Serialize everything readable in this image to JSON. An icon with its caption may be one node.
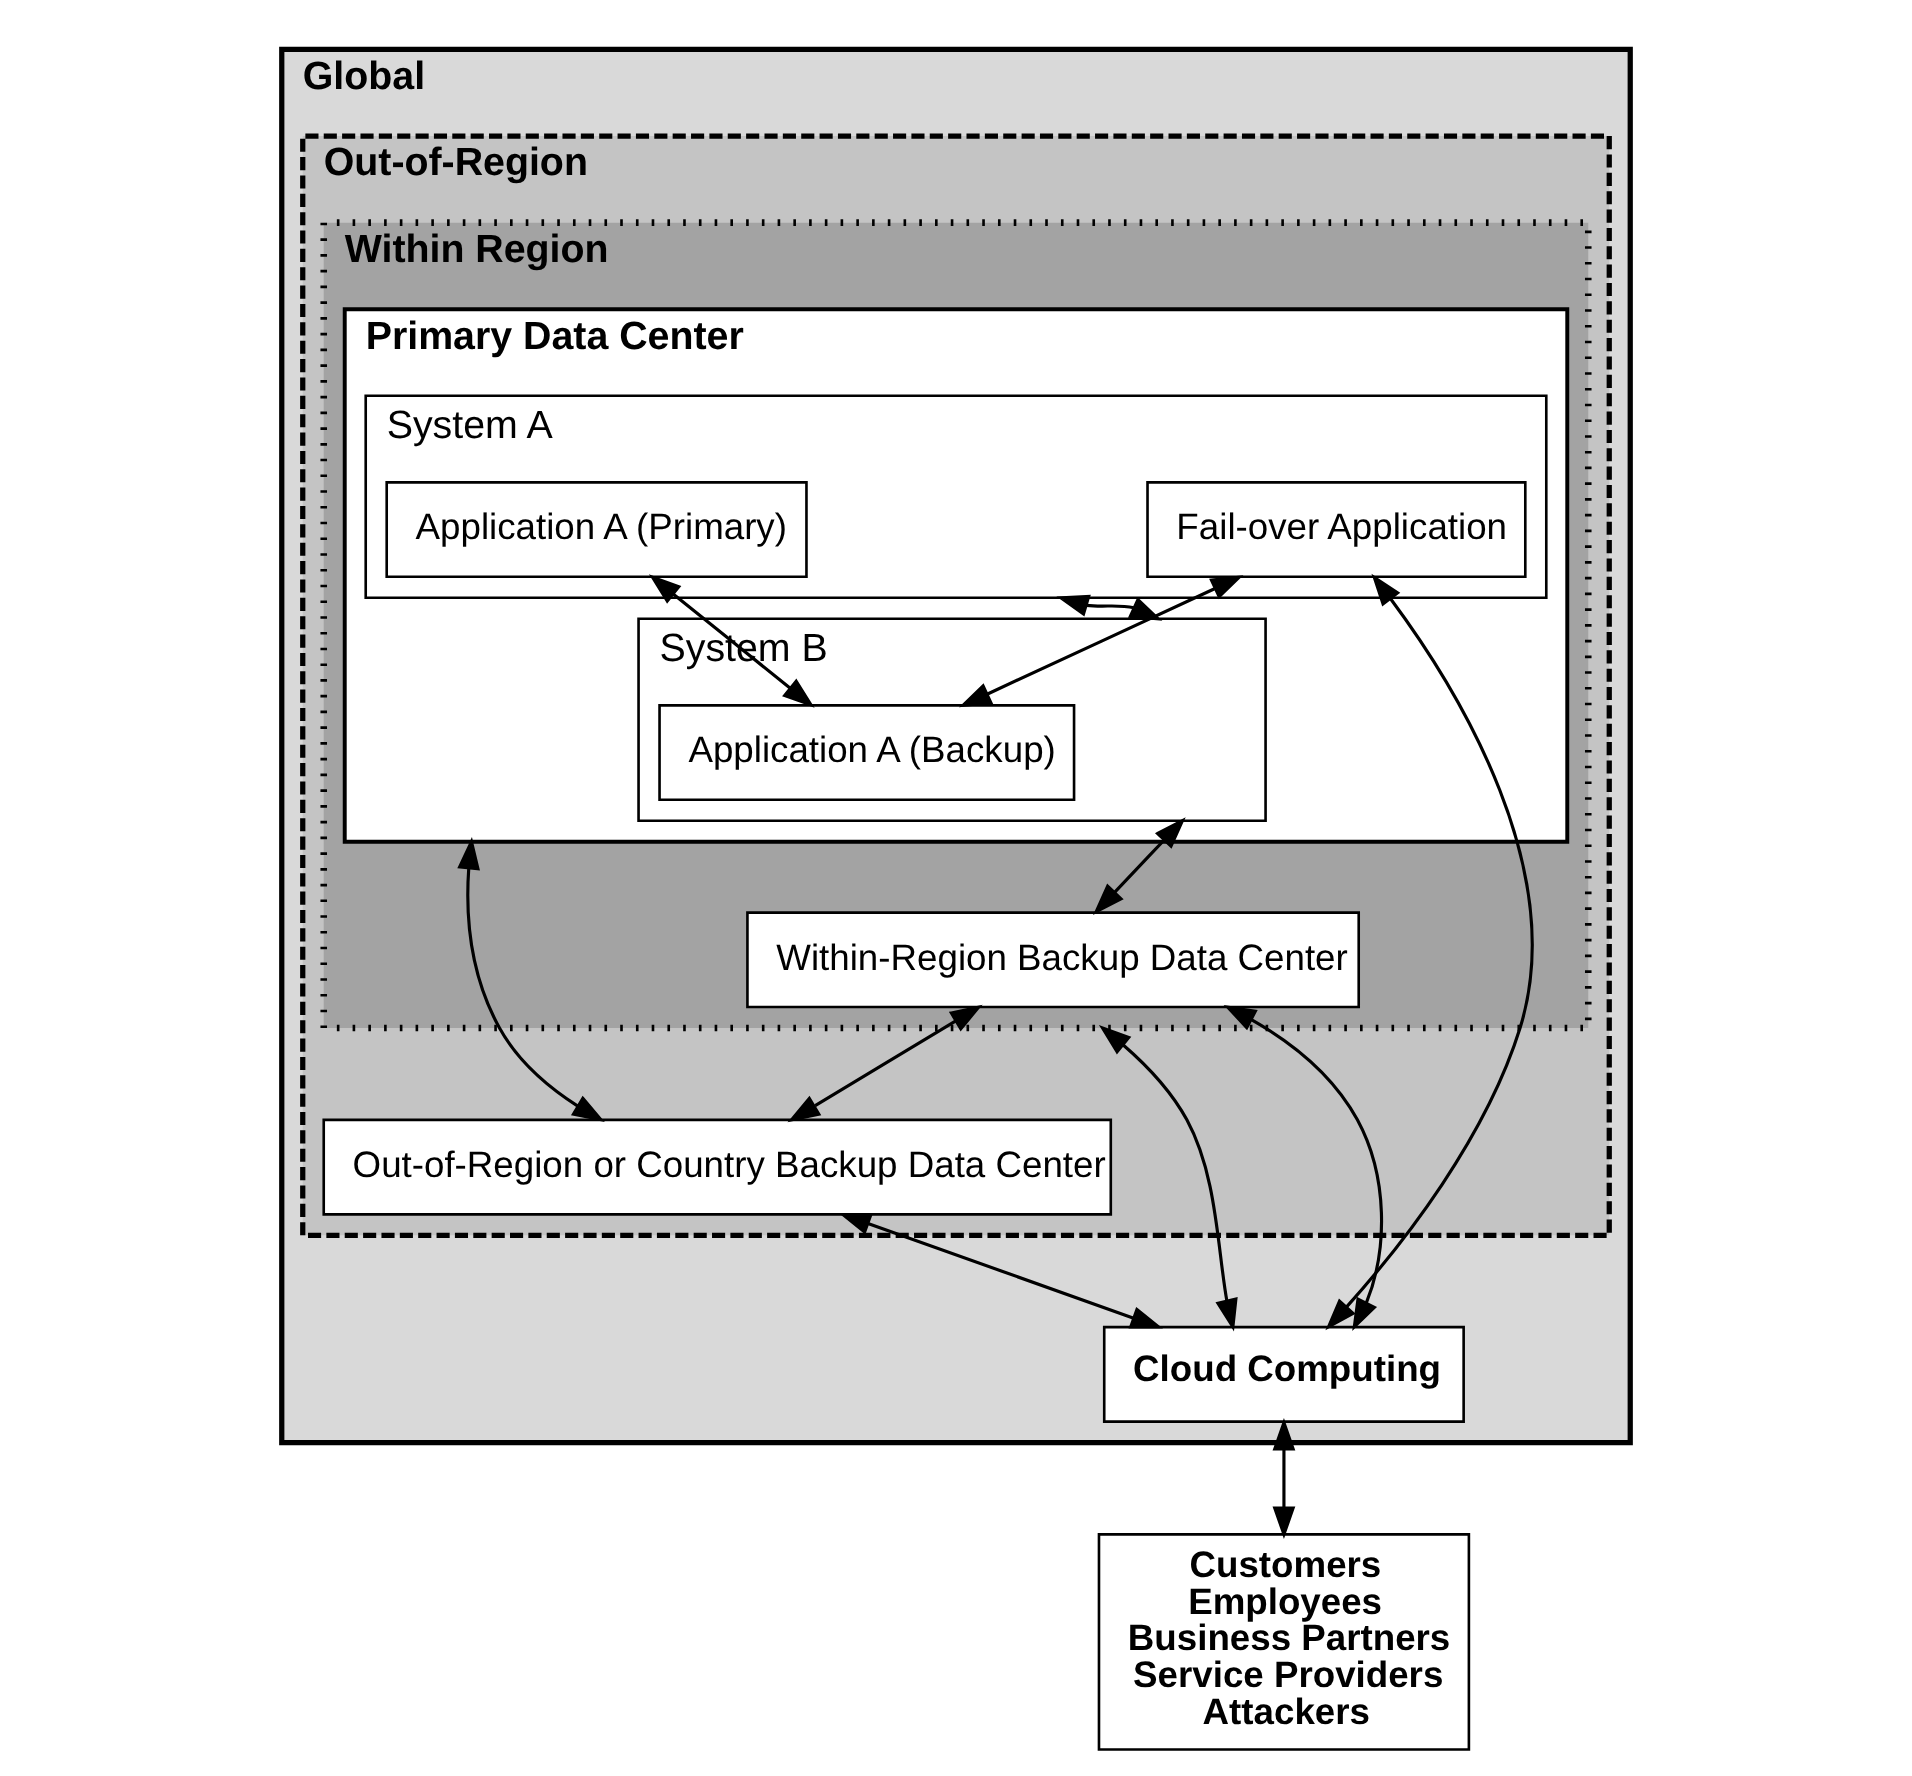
{
  "diagram": {
    "nodes": [
      {
        "text": [
          "Global"
        ]
      },
      {
        "text": [
          "Out-of-Region"
        ],
        "in": 0
      },
      {
        "text": [
          "Within Region"
        ],
        "in": 1
      },
      {
        "text": [
          "Primary Data Center"
        ],
        "in": 2
      },
      {
        "text": [
          "System A"
        ],
        "in": 3
      },
      {
        "text": [
          "Application A (Primary)"
        ],
        "in": 4
      },
      {
        "text": [
          "Fail-over Application"
        ],
        "in": 4
      },
      {
        "text": [
          "System B"
        ],
        "in": 3
      },
      {
        "text": [
          "Application A (Backup)"
        ],
        "in": 7
      },
      {
        "text": [
          "Within-Region Backup Data Center"
        ],
        "in": 2
      },
      {
        "text": [
          "Out-of-Region or Country Backup Data Center"
        ],
        "in": 1
      },
      {
        "text": [
          "Cloud Computing"
        ],
        "in": 0
      },
      {
        "text": [
          "Customers",
          "Employees",
          "Business Partners",
          "Service Providers",
          "Attackers"
        ]
      }
    ],
    "edges": [
      {
        "from": 4,
        "to": 7,
        "arrow": "both"
      },
      {
        "from": 5,
        "to": 8,
        "arrow": "both"
      },
      {
        "from": 6,
        "to": 8,
        "arrow": "both"
      },
      {
        "from": 7,
        "to": 9,
        "arrow": "both"
      },
      {
        "from": 9,
        "to": 10,
        "arrow": "both"
      },
      {
        "from": 3,
        "to": 10,
        "arrow": "both"
      },
      {
        "from": 6,
        "to": 11,
        "arrow": "both"
      },
      {
        "from": 2,
        "to": 11,
        "arrow": "both"
      },
      {
        "from": 9,
        "to": 11,
        "arrow": "both"
      },
      {
        "from": 10,
        "to": 11,
        "arrow": "both"
      },
      {
        "from": 11,
        "to": 12,
        "arrow": "both"
      }
    ]
  }
}
